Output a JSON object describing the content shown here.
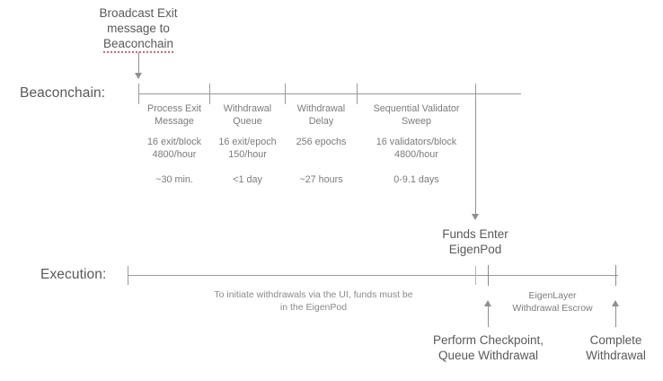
{
  "diagram": {
    "title_note": "Ethereum validator exit and EigenLayer withdrawal timeline",
    "colors": {
      "text": "#595959",
      "muted_text": "#7b7b7b",
      "line": "#9a9a9a",
      "spellcheck_underline": "#e06666"
    }
  },
  "top": {
    "broadcast_line1": "Broadcast Exit",
    "broadcast_line2": "message to",
    "broadcast_line3": "Beaconchain"
  },
  "rows": {
    "beaconchain_label": "Beaconchain:",
    "execution_label": "Execution:"
  },
  "phases": [
    {
      "title_line1": "Process Exit",
      "title_line2": "Message",
      "rate_line1": "16 exit/block",
      "rate_line2": "4800/hour",
      "duration": "~30 min."
    },
    {
      "title_line1": "Withdrawal",
      "title_line2": "Queue",
      "rate_line1": "16 exit/epoch",
      "rate_line2": "150/hour",
      "duration": "<1 day"
    },
    {
      "title_line1": "Withdrawal",
      "title_line2": "Delay",
      "rate_line1": "256 epochs",
      "rate_line2": "",
      "duration": "~27 hours"
    },
    {
      "title_line1": "Sequential Validator",
      "title_line2": "Sweep",
      "rate_line1": "16 validators/block",
      "rate_line2": "4800/hour",
      "duration": "0-9.1 days"
    }
  ],
  "middle": {
    "funds_line1": "Funds Enter",
    "funds_line2": "EigenPod"
  },
  "execution": {
    "note_line1": "To initiate withdrawals via the UI, funds must be",
    "note_line2": "in the EigenPod",
    "escrow_line1": "EigenLayer",
    "escrow_line2": "Withdrawal Escrow",
    "checkpoint_line1": "Perform Checkpoint,",
    "checkpoint_line2": "Queue Withdrawal",
    "complete_line1": "Complete",
    "complete_line2": "Withdrawal"
  }
}
